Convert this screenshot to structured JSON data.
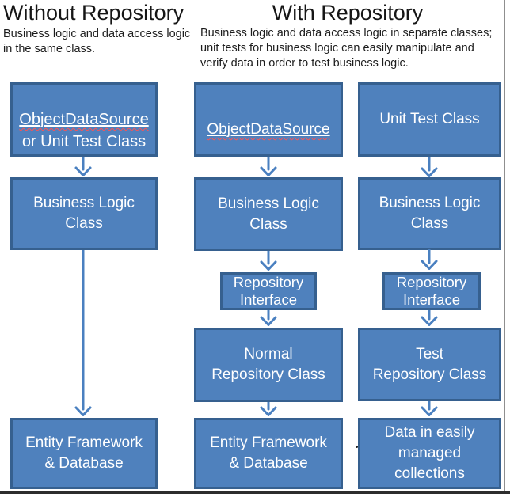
{
  "headers": {
    "without": {
      "title": "Without Repository",
      "subtitle": "Business logic and data access logic\nin the same class."
    },
    "with": {
      "title": "With Repository",
      "subtitle": "Business logic and data access logic in separate classes;\nunit tests for business logic can easily manipulate and\nverify data in order to test business logic."
    }
  },
  "columns": {
    "without": {
      "source_line1": "ObjectDataSource",
      "source_line2": "or Unit Test Class",
      "business": "Business Logic\nClass",
      "data": "Entity Framework\n& Database"
    },
    "with_normal": {
      "source": "ObjectDataSource",
      "business": "Business Logic\nClass",
      "interface": "Repository\nInterface",
      "repository": "Normal\nRepository Class",
      "data": "Entity Framework\n& Database"
    },
    "with_test": {
      "source": "Unit Test Class",
      "business": "Business Logic\nClass",
      "interface": "Repository\nInterface",
      "repository": "Test\nRepository Class",
      "data": "Data in easily\nmanaged\ncollections"
    }
  },
  "stray_mark": ".",
  "colors": {
    "box_fill": "#4f81bd",
    "box_border": "#36608f",
    "arrow": "#4a80c0",
    "spellcheck_squiggle": "#ff5252",
    "title_text": "#161616",
    "box_text": "#ffffff"
  }
}
